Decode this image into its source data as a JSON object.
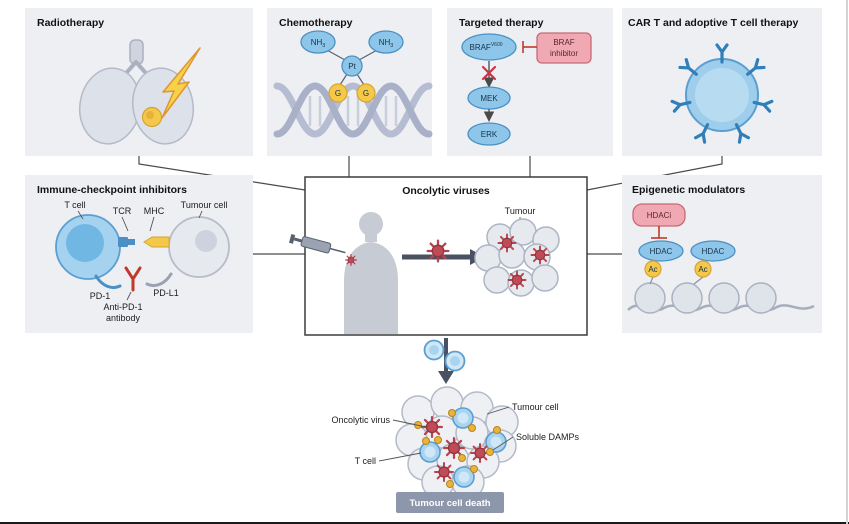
{
  "colors": {
    "panel_bg": "#edeff3",
    "blue_fill": "#8ec6ea",
    "blue_stroke": "#4a90c4",
    "pink_fill": "#f0a9b2",
    "pink_stroke": "#c86a76",
    "yellow_fill": "#f3c84b",
    "red_inhibit": "#c0392b",
    "virus_red": "#c04b56",
    "badge_bg": "#8d97ab",
    "arrow_dark": "#4a5160"
  },
  "panels": {
    "radiotherapy": {
      "title": "Radiotherapy"
    },
    "chemotherapy": {
      "title": "Chemotherapy",
      "nh3_base": "NH",
      "nh3_sub": "3",
      "pt": "Pt",
      "g": "G"
    },
    "targeted": {
      "title": "Targeted therapy",
      "braf_base": "BRAF",
      "braf_sup": "V600",
      "inhibitor_line1": "BRAF",
      "inhibitor_line2": "inhibitor",
      "mek": "MEK",
      "erk": "ERK"
    },
    "cart": {
      "title": "CAR T and adoptive T cell therapy"
    },
    "checkpoint": {
      "title": "Immune-checkpoint inhibitors",
      "t_cell_label": "T cell",
      "tcr_label": "TCR",
      "mhc_label": "MHC",
      "tumour_cell_label": "Tumour cell",
      "pd1_label": "PD-1",
      "pdl1_label": "PD-L1",
      "antibody_line1": "Anti-PD-1",
      "antibody_line2": "antibody"
    },
    "oncolytic": {
      "title": "Oncolytic viruses",
      "tumour_label": "Tumour"
    },
    "epigenetic": {
      "title": "Epigenetic modulators",
      "hdaci": "HDACi",
      "hdac": "HDAC",
      "ac": "Ac"
    }
  },
  "bottom": {
    "oncolytic_virus_label": "Oncolytic virus",
    "tumour_cell_label": "Tumour cell",
    "soluble_damps_label": "Soluble DAMPs",
    "t_cell_label": "T cell",
    "death_badge": "Tumour cell death"
  }
}
